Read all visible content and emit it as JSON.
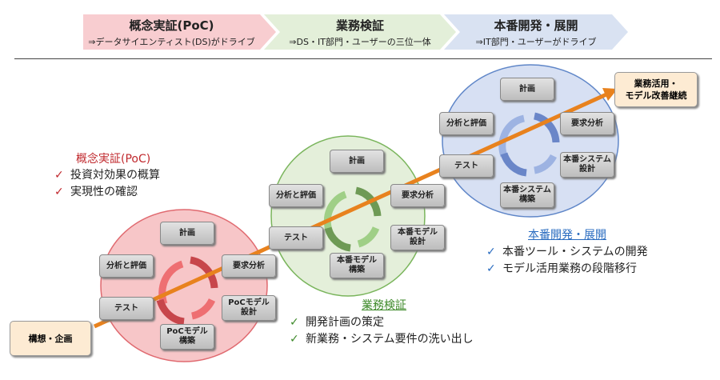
{
  "phases": [
    {
      "title": "概念実証(PoC)",
      "sub": "⇒データサイエンティスト(DS)がドライブ",
      "color": "#f8cdd0"
    },
    {
      "title": "業務検証",
      "sub": "⇒DS・IT部門・ユーザーの三位一体",
      "color": "#e3efd9"
    },
    {
      "title": "本番開発・展開",
      "sub": "⇒IT部門・ユーザーがドライブ",
      "color": "#d9e2f2"
    }
  ],
  "start": "構想・企画",
  "goal": "業務活用・\nモデル改善継続",
  "cycles": {
    "poc": {
      "plan": "計画",
      "analyze": "分析と評価",
      "req": "要求分析",
      "test": "テスト",
      "design": "PoCモデル\n設計",
      "build": "PoCモデル\n構築"
    },
    "biz": {
      "plan": "計画",
      "analyze": "分析と評価",
      "req": "要求分析",
      "test": "テスト",
      "design": "本番モデル\n設計",
      "build": "本番モデル\n構築"
    },
    "prod": {
      "plan": "計画",
      "analyze": "分析と評価",
      "req": "要求分析",
      "test": "テスト",
      "design": "本番システム\n設計",
      "build": "本番システム\n構築"
    }
  },
  "notes": {
    "poc": {
      "title": "概念実証(PoC)",
      "items": [
        "投資対効果の概算",
        "実現性の確認"
      ],
      "color": "#c0282d"
    },
    "biz": {
      "title": "業務検証",
      "items": [
        "開発計画の策定",
        "新業務・システム要件の洗い出し"
      ],
      "color": "#3e8a2a"
    },
    "prod": {
      "title": "本番開発・展開",
      "items": [
        "本番ツール・システムの開発",
        "モデル活用業務の段階移行"
      ],
      "color": "#2a6cc0"
    }
  },
  "check_mark": "✓"
}
